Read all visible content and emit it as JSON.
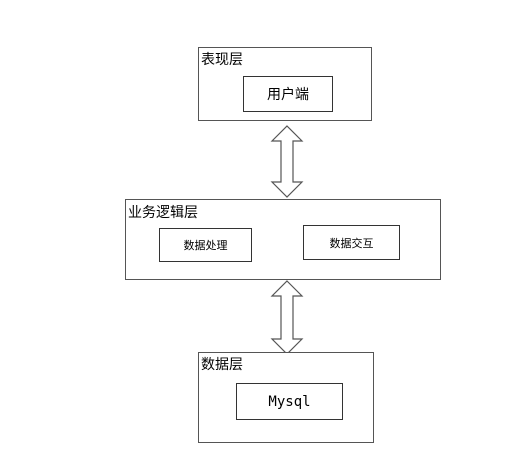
{
  "layers": {
    "presentation": {
      "label": "表现层",
      "component": "用户端"
    },
    "business": {
      "label": "业务逻辑层",
      "components": [
        "数据处理",
        "数据交互"
      ]
    },
    "data": {
      "label": "数据层",
      "component": "Mysql"
    }
  },
  "colors": {
    "line": "#555555",
    "arrow_fill": "#ffffff"
  }
}
